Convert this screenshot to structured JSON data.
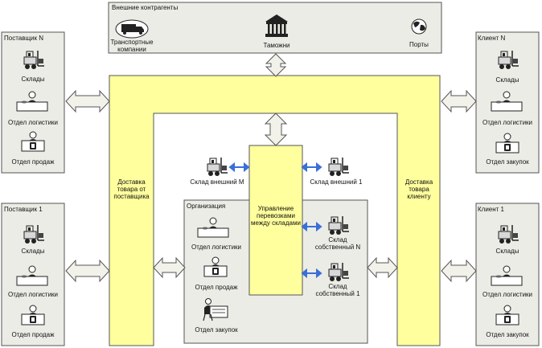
{
  "external": {
    "title": "Внешние контрагенты",
    "transport": "Транспортные компании",
    "customs": "Таможни",
    "ports": "Порты"
  },
  "supplier_n": {
    "title": "Поставщик N",
    "warehouses": "Склады",
    "logistics": "Отдел логистики",
    "sales": "Отдел продаж"
  },
  "supplier_1": {
    "title": "Поставщик 1",
    "warehouses": "Склады",
    "logistics": "Отдел логистики",
    "sales": "Отдел продаж"
  },
  "client_n": {
    "title": "Клиент N",
    "warehouses": "Склады",
    "logistics": "Отдел логистики",
    "purchases": "Отдел закупок"
  },
  "client_1": {
    "title": "Клиент 1",
    "warehouses": "Склады",
    "logistics": "Отдел логистики",
    "purchases": "Отдел закупок"
  },
  "delivery_from_supplier": "Доставка товара от поставщика",
  "delivery_to_client": "Доставка товара клиенту",
  "external_warehouse_m": "Склад внешний M",
  "external_warehouse_1": "Склад внешний 1",
  "center": "Управление перевозками между складами",
  "organization": {
    "title": "Организация",
    "logistics": "Отдел логистики",
    "sales": "Отдел продаж",
    "purchases": "Отдел закупок",
    "own_warehouse_n": "Склад собственный N",
    "own_warehouse_1": "Склад собственный 1"
  },
  "colors": {
    "box_fill": "#ecece6",
    "box_stroke": "#555555",
    "yellow": "#ffff9e",
    "arrow_fill": "#f2f2ea",
    "blue_arrow": "#3a6fd8"
  }
}
